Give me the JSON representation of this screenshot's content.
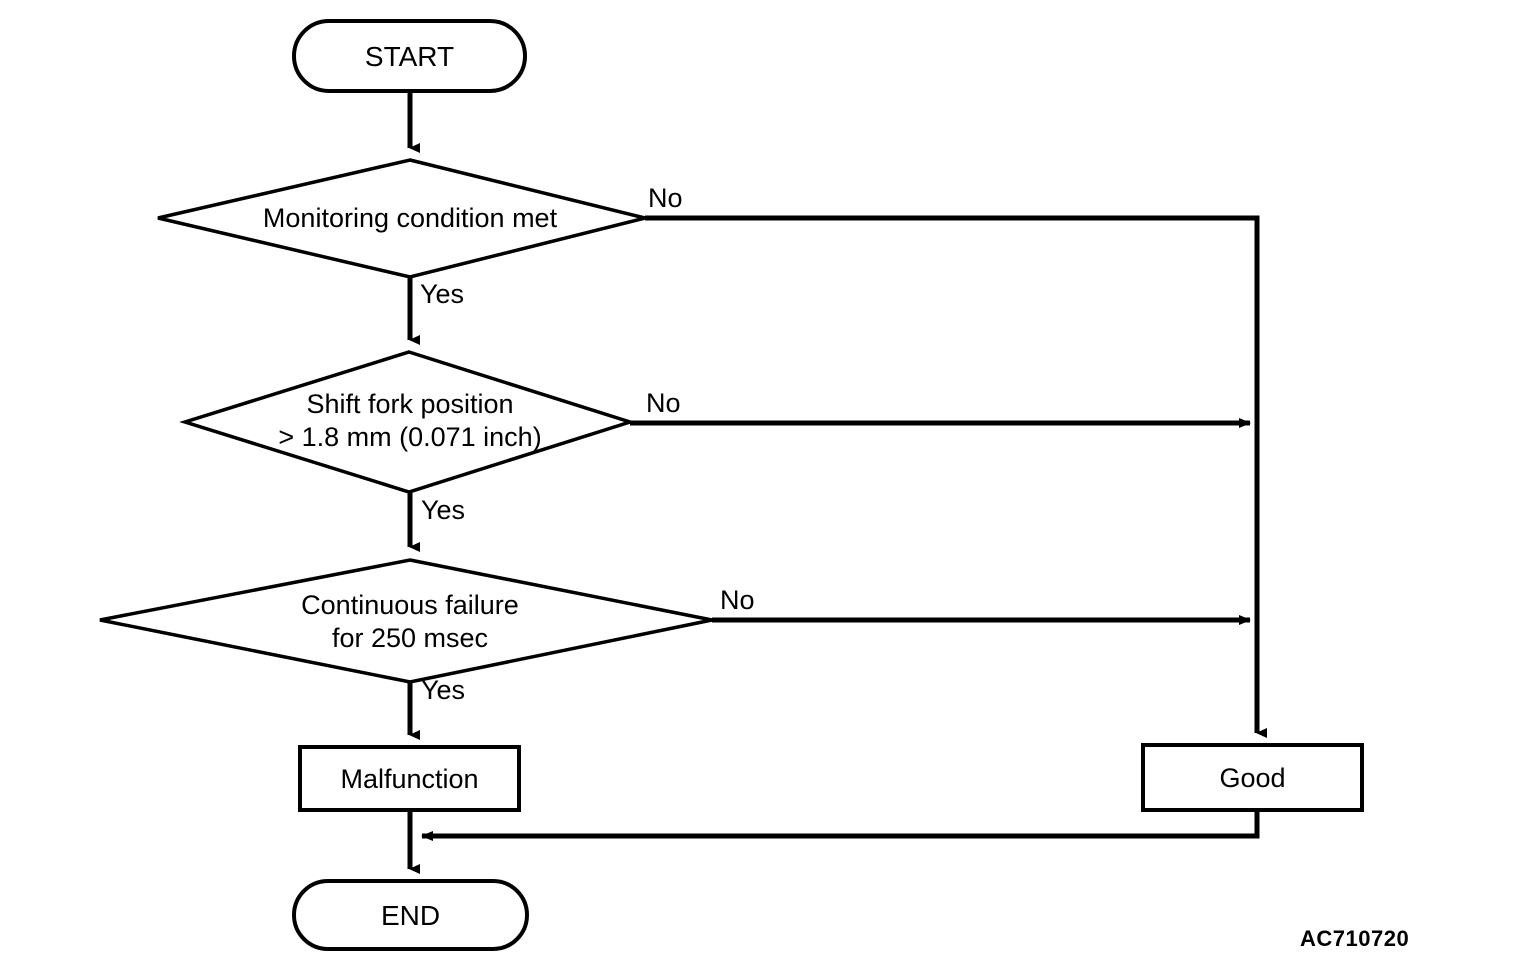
{
  "diagram": {
    "type": "flowchart",
    "reference_code": "AC710720",
    "stroke_color": "#000000",
    "background_color": "#ffffff",
    "nodes": {
      "start": {
        "label": "START",
        "shape": "stadium"
      },
      "decision1": {
        "label": "Monitoring condition met",
        "shape": "diamond"
      },
      "decision2_line1": "Shift fork position",
      "decision2_line2": "> 1.8 mm (0.071 inch)",
      "decision3_line1": "Continuous failure",
      "decision3_line2": "for 250 msec",
      "malfunction": {
        "label": "Malfunction",
        "shape": "rectangle"
      },
      "good": {
        "label": "Good",
        "shape": "rectangle"
      },
      "end": {
        "label": "END",
        "shape": "stadium"
      }
    },
    "edge_labels": {
      "d1_no": "No",
      "d1_yes": "Yes",
      "d2_no": "No",
      "d2_yes": "Yes",
      "d3_no": "No",
      "d3_yes": "Yes"
    }
  }
}
